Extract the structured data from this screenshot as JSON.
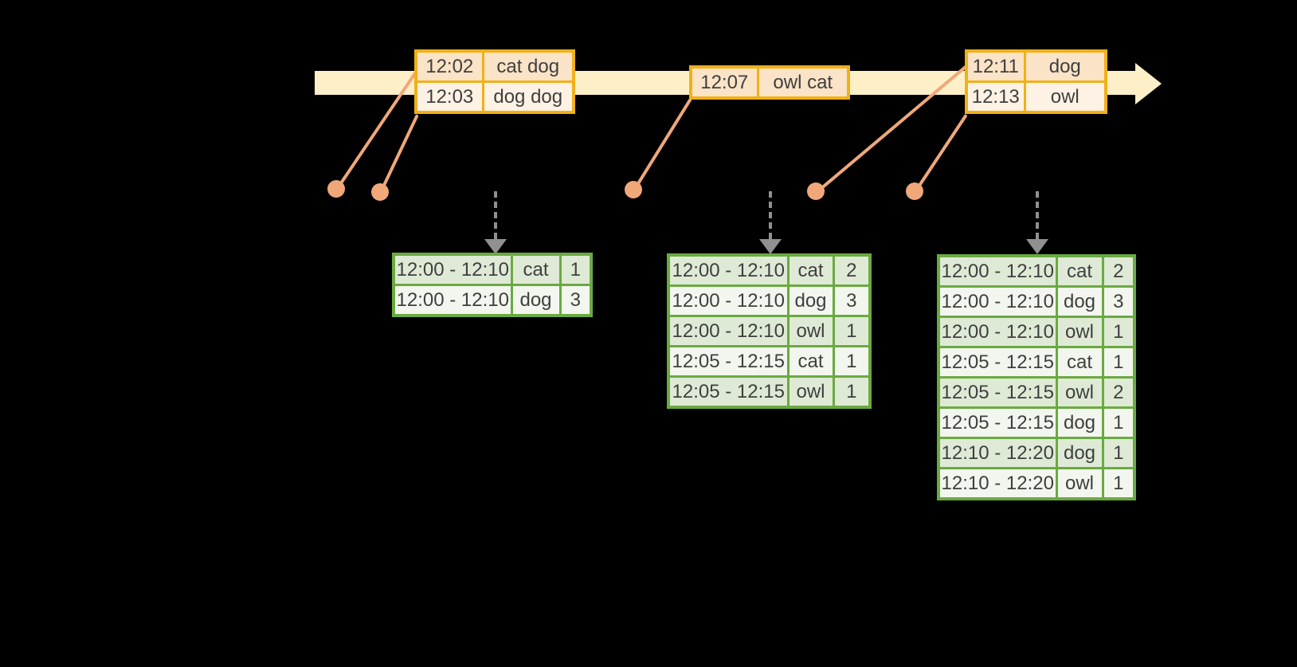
{
  "palette": {
    "background": "#000000",
    "timeline_fill": "#FDF0C8",
    "event_table_border": "#F0B019",
    "event_row_fill_dark": "#FAE3C6",
    "event_row_fill_light": "#FDF2E3",
    "connector_and_dot": "#F0A879",
    "trigger_arrow_gray": "#909090",
    "result_table_border": "#6AAA40",
    "result_row_fill_dark": "#DFEAD6",
    "result_row_fill_light": "#F2F6EE",
    "text": "#3F3F3F"
  },
  "event_tables": [
    {
      "rows": [
        {
          "time": "12:02",
          "words": "cat dog"
        },
        {
          "time": "12:03",
          "words": "dog dog"
        }
      ]
    },
    {
      "rows": [
        {
          "time": "12:07",
          "words": "owl cat"
        }
      ]
    },
    {
      "rows": [
        {
          "time": "12:11",
          "words": "dog"
        },
        {
          "time": "12:13",
          "words": "owl"
        }
      ]
    }
  ],
  "result_tables": [
    {
      "rows": [
        {
          "window": "12:00 - 12:10",
          "word": "cat",
          "count": 1
        },
        {
          "window": "12:00 - 12:10",
          "word": "dog",
          "count": 3
        }
      ]
    },
    {
      "rows": [
        {
          "window": "12:00 - 12:10",
          "word": "cat",
          "count": 2
        },
        {
          "window": "12:00 - 12:10",
          "word": "dog",
          "count": 3
        },
        {
          "window": "12:00 - 12:10",
          "word": "owl",
          "count": 1
        },
        {
          "window": "12:05 - 12:15",
          "word": "cat",
          "count": 1
        },
        {
          "window": "12:05 - 12:15",
          "word": "owl",
          "count": 1
        }
      ]
    },
    {
      "rows": [
        {
          "window": "12:00 - 12:10",
          "word": "cat",
          "count": 2
        },
        {
          "window": "12:00 - 12:10",
          "word": "dog",
          "count": 3
        },
        {
          "window": "12:00 - 12:10",
          "word": "owl",
          "count": 1
        },
        {
          "window": "12:05 - 12:15",
          "word": "cat",
          "count": 1
        },
        {
          "window": "12:05 - 12:15",
          "word": "owl",
          "count": 2
        },
        {
          "window": "12:05 - 12:15",
          "word": "dog",
          "count": 1
        },
        {
          "window": "12:10 - 12:20",
          "word": "dog",
          "count": 1
        },
        {
          "window": "12:10 - 12:20",
          "word": "owl",
          "count": 1
        }
      ]
    }
  ]
}
